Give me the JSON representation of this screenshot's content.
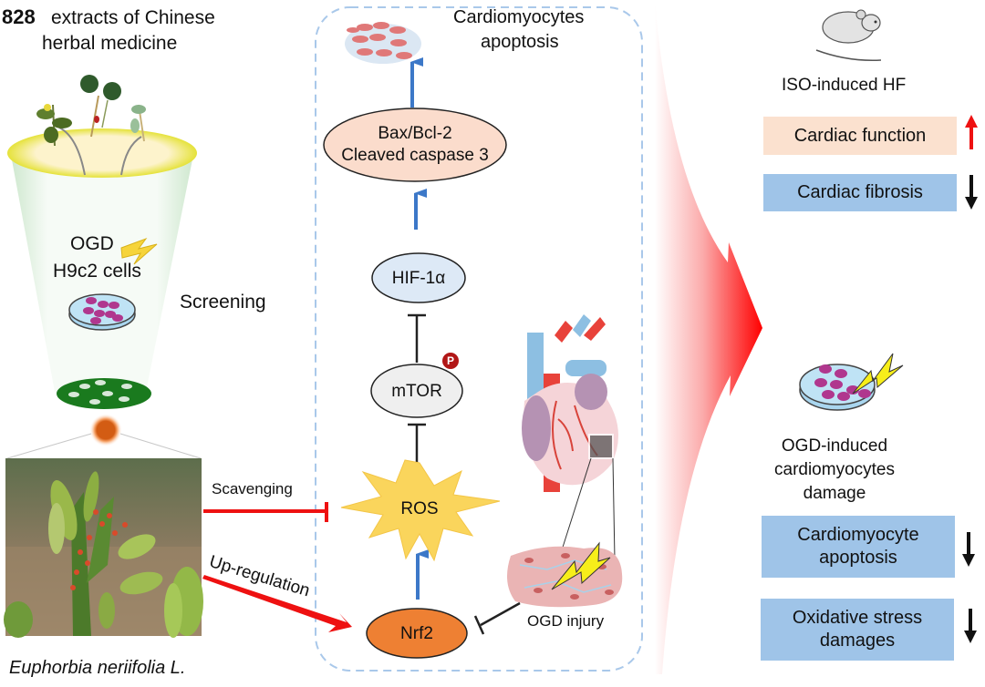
{
  "screening": {
    "count": "828",
    "title_line1": "extracts of Chinese",
    "title_line2": "herbal medicine",
    "ogd_label": "OGD",
    "cells_label": "H9c2 cells",
    "screening_label": "Screening",
    "plant_name": "Euphorbia neriifolia L."
  },
  "actions": {
    "scavenging": "Scavenging",
    "upregulation": "Up-regulation"
  },
  "pathway": {
    "apoptosis_line1": "Cardiomyocytes",
    "apoptosis_line2": "apoptosis",
    "bax_line1": "Bax/Bcl-2",
    "bax_line2": "Cleaved caspase 3",
    "hif": "HIF-1α",
    "mtor": "mTOR",
    "phospho_badge": "P",
    "ros": "ROS",
    "nrf2": "Nrf2",
    "ogd_injury": "OGD injury"
  },
  "outcomes": {
    "invivo_model": "ISO-induced HF",
    "invivo_items": [
      {
        "label": "Cardiac function",
        "direction": "up"
      },
      {
        "label": "Cardiac fibrosis",
        "direction": "down"
      }
    ],
    "invitro_model_line1": "OGD-induced",
    "invitro_model_line2": "cardiomyocytes",
    "invitro_model_line3": "damage",
    "invitro_items": [
      {
        "line1": "Cardiomyocyte",
        "line2": "apoptosis",
        "direction": "down"
      },
      {
        "line1": "Oxidative stress",
        "line2": "damages",
        "direction": "down"
      }
    ]
  },
  "colors": {
    "pathway_border": "#a9c8ea",
    "pathway_arrow": "#3c78c8",
    "red_arrow": "#ee1111",
    "nrf2_fill": "#ee8033",
    "ros_fill": "#fad55c",
    "hif_fill": "#dde9f6",
    "bax_fill": "#fbdccc",
    "mtor_fill": "#efefef",
    "peach_box": "#fbe1cf",
    "blue_box": "#9fc4e8"
  }
}
